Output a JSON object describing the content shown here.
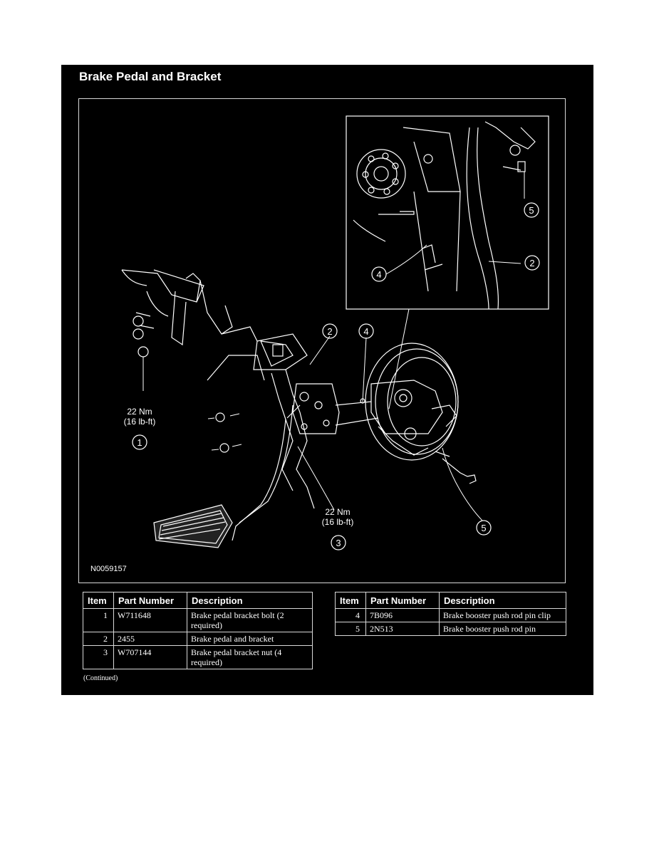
{
  "header": {
    "title": "Brake Pedal and Bracket"
  },
  "figure": {
    "id": "N0059157",
    "callouts": [
      {
        "num": "1"
      },
      {
        "num": "2"
      },
      {
        "num": "3"
      },
      {
        "num": "4"
      },
      {
        "num": "5"
      },
      {
        "num": "2"
      },
      {
        "num": "4"
      },
      {
        "num": "5"
      }
    ],
    "torque_left": {
      "line1": "22 Nm",
      "line2": "(16 lb-ft)"
    },
    "torque_right": {
      "line1": "22 Nm",
      "line2": "(16 lb-ft)"
    }
  },
  "parts_table": {
    "headers": [
      "Item",
      "Part Number",
      "Description"
    ],
    "rows_left": [
      {
        "item": "1",
        "part_number": "W711648",
        "description": "Brake pedal bracket bolt (2 required)"
      },
      {
        "item": "2",
        "part_number": "2455",
        "description": "Brake pedal and bracket"
      },
      {
        "item": "3",
        "part_number": "W707144",
        "description": "Brake pedal bracket nut (4 required)"
      }
    ],
    "rows_right": [
      {
        "item": "4",
        "part_number": "7B096",
        "description": "Brake booster push rod pin clip"
      },
      {
        "item": "5",
        "part_number": "2N513",
        "description": "Brake booster push rod pin"
      }
    ]
  },
  "footer": {
    "continued": "(Continued)"
  }
}
